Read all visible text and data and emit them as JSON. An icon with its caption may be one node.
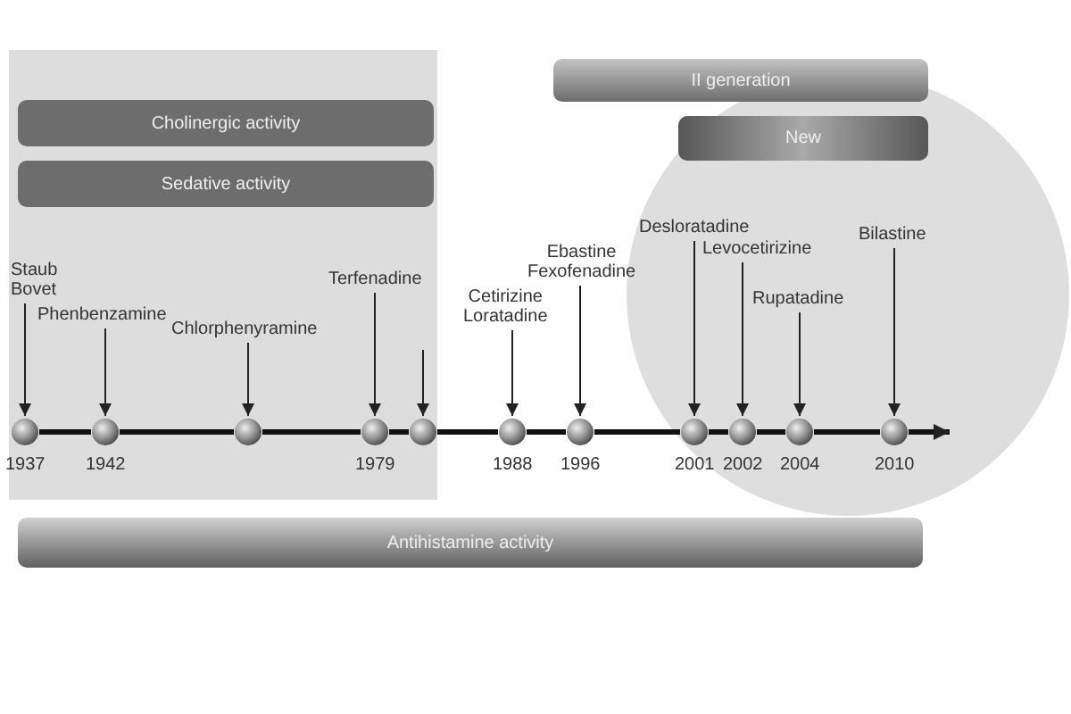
{
  "diagram": {
    "nodes": [
      {
        "text": [
          "II generation"
        ]
      },
      {
        "text": [
          "Cholinergic activity"
        ]
      },
      {
        "text": [
          "New"
        ]
      },
      {
        "text": [
          "Sedative activity"
        ]
      },
      {
        "text": [
          "Staub Bovet"
        ]
      },
      {
        "text": [
          "Phenbenzamine"
        ]
      },
      {
        "text": [
          "Chlorphenyramine"
        ]
      },
      {
        "text": [
          "Terfenadine"
        ]
      },
      {
        "text": [
          "Cetirizine Loratadine"
        ]
      },
      {
        "text": [
          "Ebastine Fexofenadine"
        ]
      },
      {
        "text": [
          "Desloratadine"
        ]
      },
      {
        "text": [
          "Levocetirizine"
        ]
      },
      {
        "text": [
          "Rupatadine"
        ]
      },
      {
        "text": [
          "Bilastine"
        ]
      },
      {
        "text": [],
        "shape": "circle",
        "beside": [
          "1937"
        ]
      },
      {
        "text": [],
        "shape": "circle",
        "beside": [
          "1942"
        ]
      },
      {
        "text": [],
        "shape": "circle"
      },
      {
        "text": [],
        "shape": "circle",
        "beside": [
          "1979"
        ]
      },
      {
        "text": [],
        "shape": "circle"
      },
      {
        "text": [],
        "shape": "circle",
        "beside": [
          "1988"
        ]
      },
      {
        "text": [],
        "shape": "circle",
        "beside": [
          "1996"
        ]
      },
      {
        "text": [],
        "shape": "circle",
        "beside": [
          "2001"
        ]
      },
      {
        "text": [],
        "shape": "circle",
        "beside": [
          "2002"
        ]
      },
      {
        "text": [],
        "shape": "circle",
        "beside": [
          "2004"
        ]
      },
      {
        "text": [],
        "shape": "circle",
        "beside": [
          "2010"
        ]
      },
      {
        "text": [
          "Antihistamine activity"
        ]
      }
    ],
    "edges": [
      {
        "from": 4,
        "to": 14,
        "arrow": "to"
      },
      {
        "from": 5,
        "to": 15,
        "arrow": "to"
      },
      {
        "from": 6,
        "to": 16,
        "arrow": "to"
      },
      {
        "from": 7,
        "to": 17,
        "arrow": "to"
      },
      {
        "from": null,
        "to": 18,
        "arrow": "to"
      },
      {
        "from": 8,
        "to": 19,
        "arrow": "to"
      },
      {
        "from": 9,
        "to": 20,
        "arrow": "to"
      },
      {
        "from": 10,
        "to": 21,
        "arrow": "to"
      },
      {
        "from": 11,
        "to": 22,
        "arrow": "to"
      },
      {
        "from": 12,
        "to": 23,
        "arrow": "to"
      },
      {
        "from": 13,
        "to": 24,
        "arrow": "to"
      },
      {
        "from": 14,
        "to": 15,
        "arrow": "none",
        "style": "thick"
      },
      {
        "from": 15,
        "to": 16,
        "arrow": "none",
        "style": "thick"
      },
      {
        "from": 16,
        "to": 17,
        "arrow": "none",
        "style": "thick"
      },
      {
        "from": 17,
        "to": 18,
        "arrow": "none",
        "style": "thick"
      },
      {
        "from": 18,
        "to": 19,
        "arrow": "none",
        "style": "thick"
      },
      {
        "from": 19,
        "to": 20,
        "arrow": "none",
        "style": "thick"
      },
      {
        "from": 20,
        "to": 21,
        "arrow": "none",
        "style": "thick"
      },
      {
        "from": 21,
        "to": 22,
        "arrow": "none",
        "style": "thick"
      },
      {
        "from": 22,
        "to": 23,
        "arrow": "none",
        "style": "thick"
      },
      {
        "from": 23,
        "to": 24,
        "arrow": "none",
        "style": "thick"
      },
      {
        "from": 24,
        "to": null,
        "arrow": "to",
        "style": "thick"
      }
    ]
  }
}
